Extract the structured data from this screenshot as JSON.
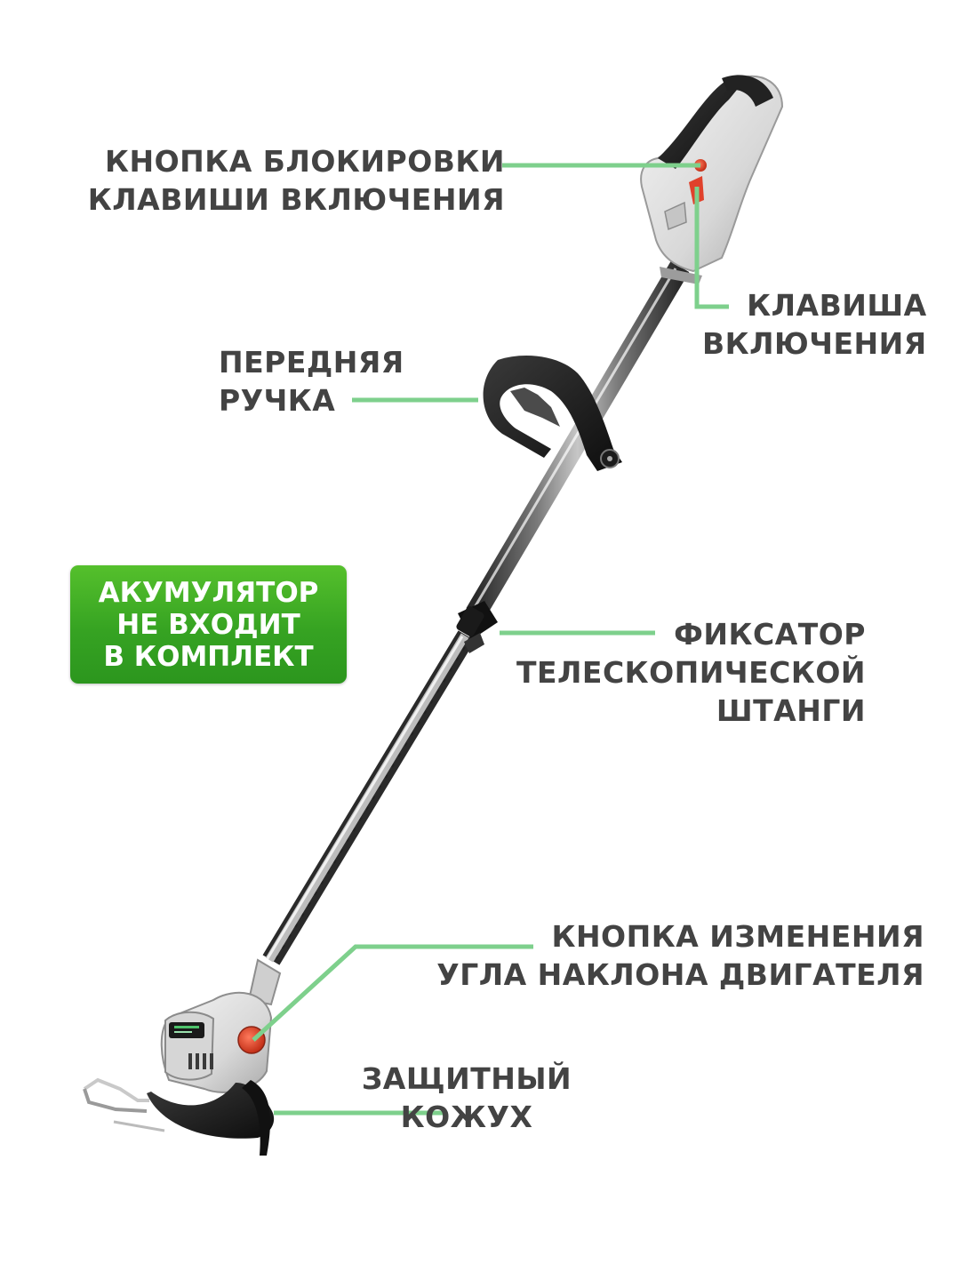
{
  "labels": {
    "lock_button": [
      "КНОПКА БЛОКИРОВКИ",
      "КЛАВИШИ ВКЛЮЧЕНИЯ"
    ],
    "power_key": [
      "КЛАВИША",
      "ВКЛЮЧЕНИЯ"
    ],
    "front_handle": [
      "ПЕРЕДНЯЯ",
      "РУЧКА"
    ],
    "telescopic_lock": [
      "ФИКСАТОР",
      "ТЕЛЕСКОПИЧЕСКОЙ",
      "ШТАНГИ"
    ],
    "angle_button": [
      "КНОПКА ИЗМЕНЕНИЯ",
      "УГЛА НАКЛОНА ДВИГАТЕЛЯ"
    ],
    "guard": [
      "ЗАЩИТНЫЙ",
      "КОЖУХ"
    ]
  },
  "badge": [
    "АКУМУЛЯТОР",
    "НЕ ВХОДИТ",
    "В КОМПЛЕКТ"
  ],
  "colors": {
    "leader_line": "#7ed08c",
    "label_text": "#434343",
    "badge_green": "#3aa824",
    "accent_red": "#e0412b"
  }
}
